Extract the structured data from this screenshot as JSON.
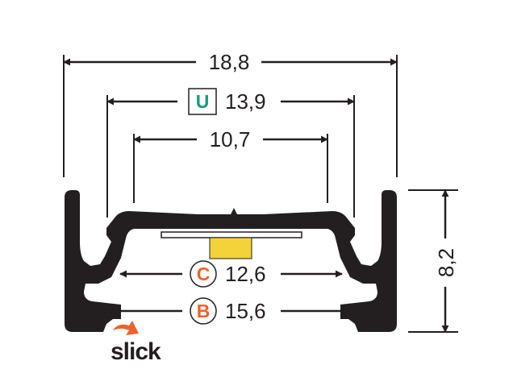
{
  "dimensions": {
    "overall_width": "18,8",
    "u_width": "13,9",
    "inner_width": "10,7",
    "c_width": "12,6",
    "b_width": "15,6",
    "height": "8,2"
  },
  "badges": {
    "u": {
      "letter": "U",
      "color": "#1a9a7a"
    },
    "c": {
      "letter": "C",
      "color": "#e8642c"
    },
    "b": {
      "letter": "B",
      "color": "#e8642c"
    }
  },
  "logo": {
    "text": "slick",
    "accent_color": "#e8642c"
  },
  "colors": {
    "profile": "#231f20",
    "led_strip": "#f3d23a",
    "diffuser": "#ffffff"
  }
}
